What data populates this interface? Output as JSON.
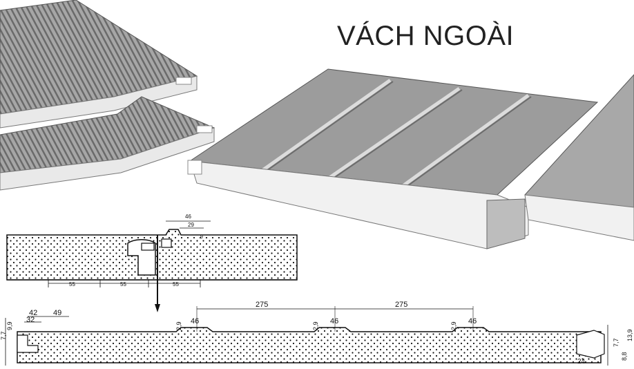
{
  "title": "VÁCH NGOÀI",
  "colors": {
    "metal_face": "#9a9a9a",
    "metal_light": "#b8b8b8",
    "metal_dark": "#6e6e6e",
    "foam": "#f2f2f2",
    "line": "#111111"
  },
  "detail_dims": {
    "top_outer": "46",
    "top_inner": "29",
    "top_small": "9",
    "bottom_a": "55",
    "bottom_b": "55",
    "bottom_c": "55"
  },
  "section_dims": {
    "left_a": "42",
    "left_b": "32",
    "left_c": "49",
    "pitch_1": "275",
    "pitch_2": "275",
    "groove_1": "46",
    "groove_2": "46",
    "groove_3": "46",
    "groove_depth_1": "2,9",
    "groove_depth_2": "2,9",
    "groove_depth_3": "2,9",
    "left_edge_1": "7,7",
    "left_edge_2": "9,9",
    "right_edge_1": "8,8",
    "right_edge_2": "13,9",
    "right_edge_3": "24",
    "right_edge_4": "7,7"
  }
}
